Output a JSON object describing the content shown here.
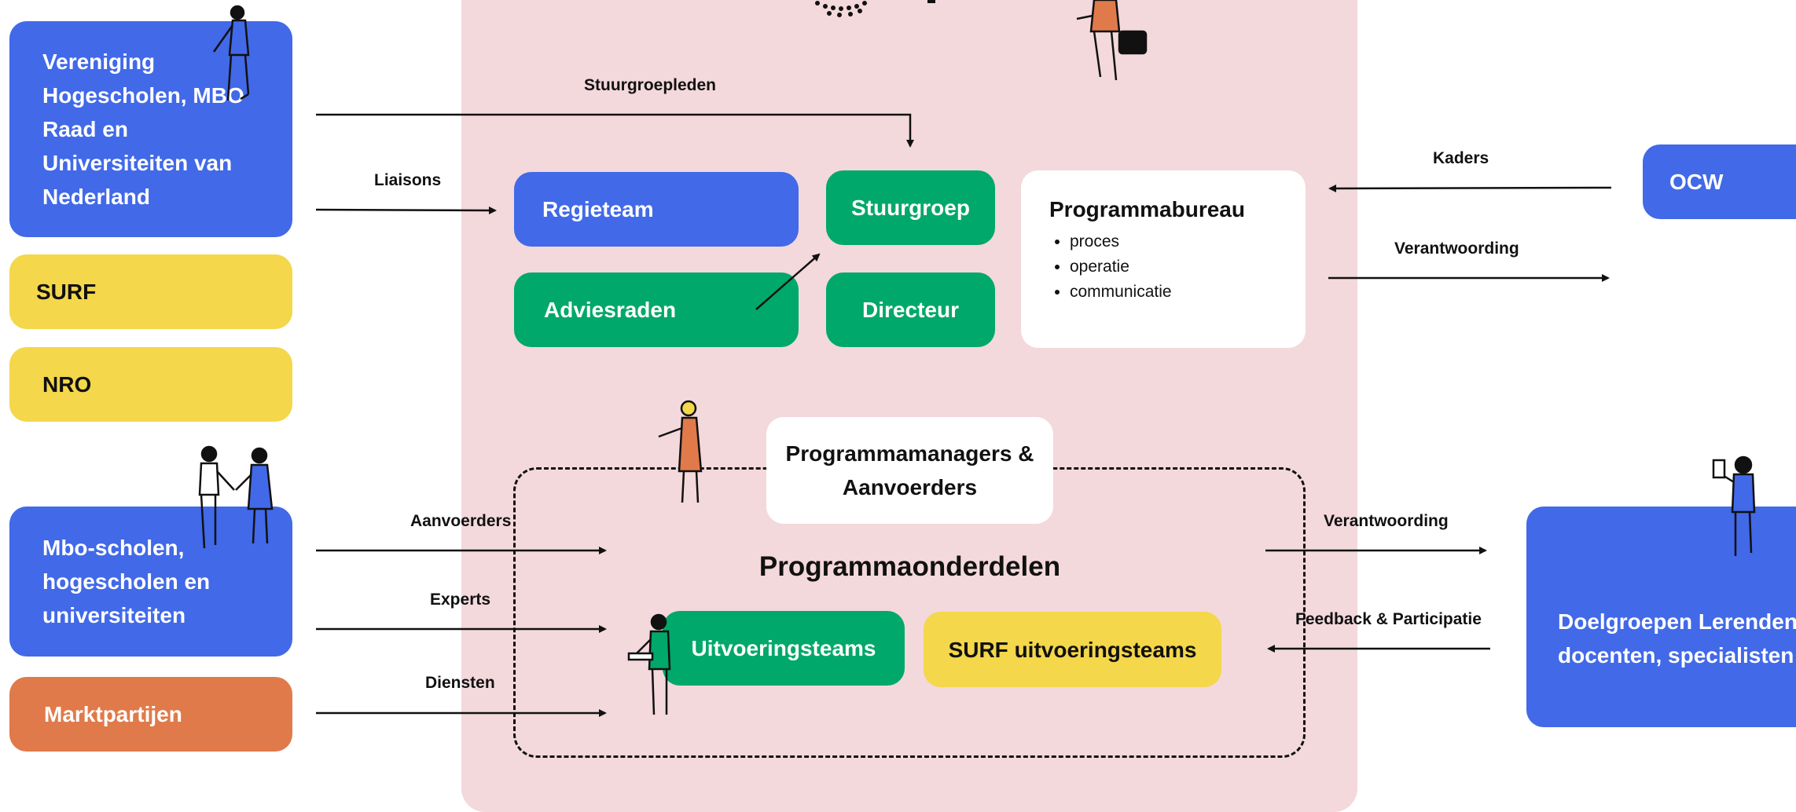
{
  "left": {
    "vereniging": "Vereniging Hogescholen, MBO Raad en Universiteiten van Nederland",
    "surf": "SURF",
    "nro": "NRO",
    "scholen": "Mbo-scholen, hogescholen en universiteiten",
    "markt": "Marktpartijen"
  },
  "center": {
    "regieteam": "Regieteam",
    "stuurgroep": "Stuurgroep",
    "adviesraden": "Adviesraden",
    "directeur": "Directeur",
    "programmabureau_title": "Programmabureau",
    "programmabureau_items": [
      "proces",
      "operatie",
      "communicatie"
    ],
    "managers": "Programmamanagers & Aanvoerders",
    "onderdelen": "Programmaonderdelen",
    "uitvoeringsteams": "Uitvoeringsteams",
    "surf_uitvoeringsteams": "SURF uitvoeringsteams"
  },
  "right": {
    "ocw": "OCW",
    "doelgroepen": "Doelgroepen Lerenden, docenten, specialisten"
  },
  "labels": {
    "stuurgroepleden": "Stuurgroepleden",
    "liaisons": "Liaisons",
    "kaders": "Kaders",
    "verantwoording_top": "Verantwoording",
    "aanvoerders": "Aanvoerders",
    "experts": "Experts",
    "diensten": "Diensten",
    "verantwoording_bottom": "Verantwoording",
    "feedback": "Feedback & Participatie"
  },
  "colors": {
    "blue": "#4169e8",
    "green": "#00a86b",
    "yellow": "#f4d74a",
    "orange": "#e07a4a",
    "pink_panel": "#f3d8dc"
  }
}
